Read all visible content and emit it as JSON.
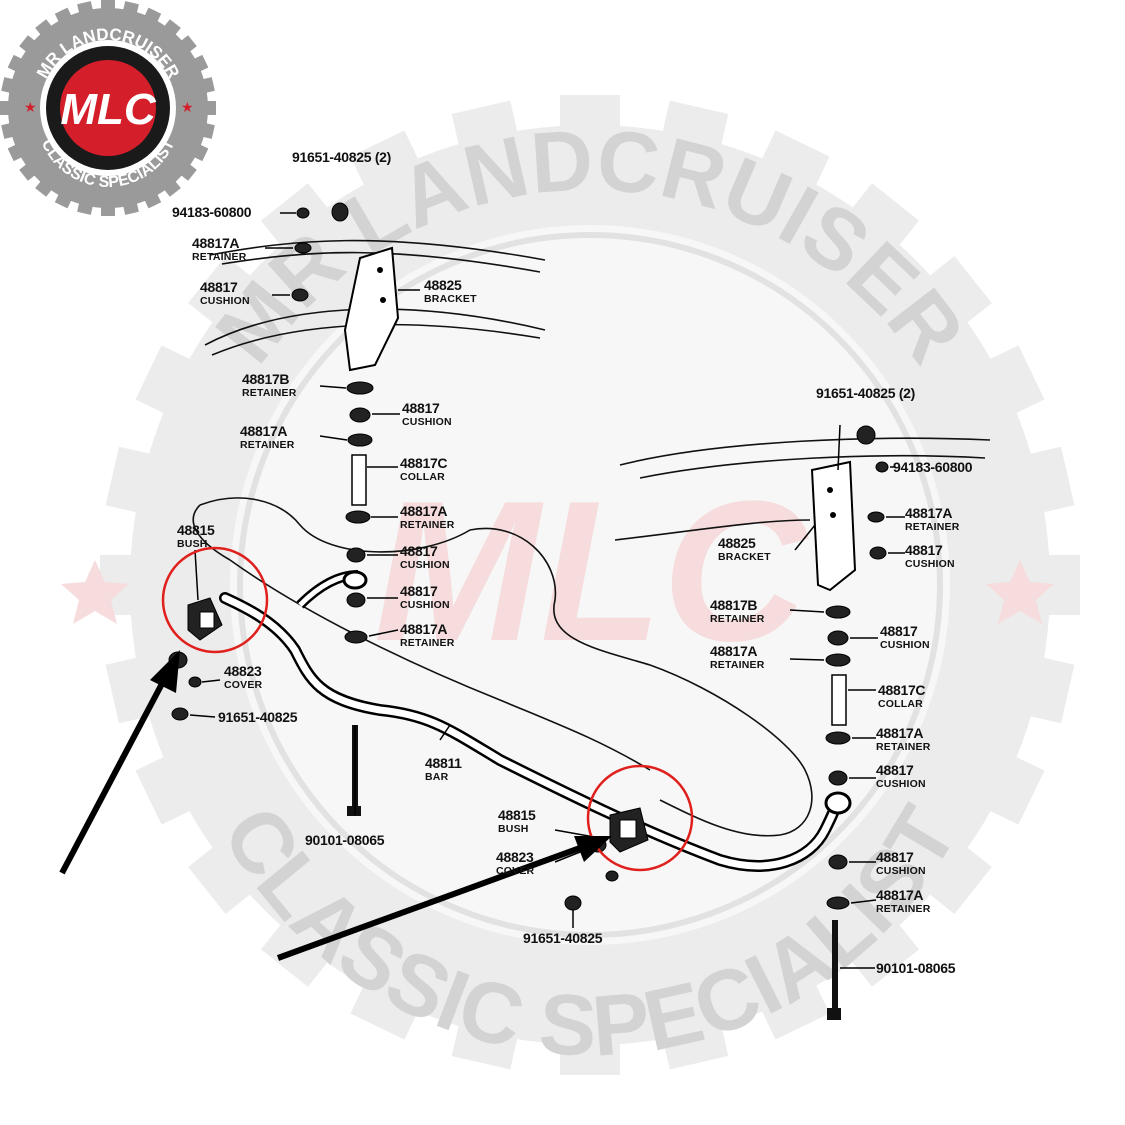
{
  "brand": {
    "badge_top": "MR LANDCRUISER",
    "badge_bottom": "CLASSIC SPECIALIST",
    "badge_logo": "MLC",
    "watermark_top": "MR LANDCRUISER",
    "watermark_bottom": "CLASSIC SPECIALIST",
    "watermark_logo": "MLC",
    "badge_color": "#9a9a9a",
    "logo_color": "#d41e2a",
    "watermark_color": "#d3d3d3"
  },
  "callouts": [
    {
      "part": "91651-40825 (2)",
      "name": ""
    },
    {
      "part": "94183-60800",
      "name": ""
    },
    {
      "part": "48817A",
      "name": "RETAINER"
    },
    {
      "part": "48817",
      "name": "CUSHION"
    },
    {
      "part": "48825",
      "name": "BRACKET"
    },
    {
      "part": "48817B",
      "name": "RETAINER"
    },
    {
      "part": "48817",
      "name": "CUSHION"
    },
    {
      "part": "48817A",
      "name": "RETAINER"
    },
    {
      "part": "48817C",
      "name": "COLLAR"
    },
    {
      "part": "48817A",
      "name": "RETAINER"
    },
    {
      "part": "48817",
      "name": "CUSHION"
    },
    {
      "part": "48817",
      "name": "CUSHION"
    },
    {
      "part": "48817A",
      "name": "RETAINER"
    },
    {
      "part": "48815",
      "name": "BUSH"
    },
    {
      "part": "48823",
      "name": "COVER"
    },
    {
      "part": "91651-40825",
      "name": ""
    },
    {
      "part": "90101-08065",
      "name": ""
    },
    {
      "part": "48811",
      "name": "BAR"
    },
    {
      "part": "48815",
      "name": "BUSH"
    },
    {
      "part": "48823",
      "name": "COVER"
    },
    {
      "part": "91651-40825",
      "name": ""
    },
    {
      "part": "91651-40825 (2)",
      "name": ""
    },
    {
      "part": "94183-60800",
      "name": ""
    },
    {
      "part": "48817A",
      "name": "RETAINER"
    },
    {
      "part": "48825",
      "name": "BRACKET"
    },
    {
      "part": "48817",
      "name": "CUSHION"
    },
    {
      "part": "48817B",
      "name": "RETAINER"
    },
    {
      "part": "48817",
      "name": "CUSHION"
    },
    {
      "part": "48817A",
      "name": "RETAINER"
    },
    {
      "part": "48817C",
      "name": "COLLAR"
    },
    {
      "part": "48817A",
      "name": "RETAINER"
    },
    {
      "part": "48817",
      "name": "CUSHION"
    },
    {
      "part": "48817",
      "name": "CUSHION"
    },
    {
      "part": "48817A",
      "name": "RETAINER"
    },
    {
      "part": "90101-08065",
      "name": ""
    }
  ],
  "highlights": {
    "circle_color": "#e0201c",
    "arrow_color": "#000000",
    "circled_parts": [
      "48815",
      "48815"
    ]
  }
}
